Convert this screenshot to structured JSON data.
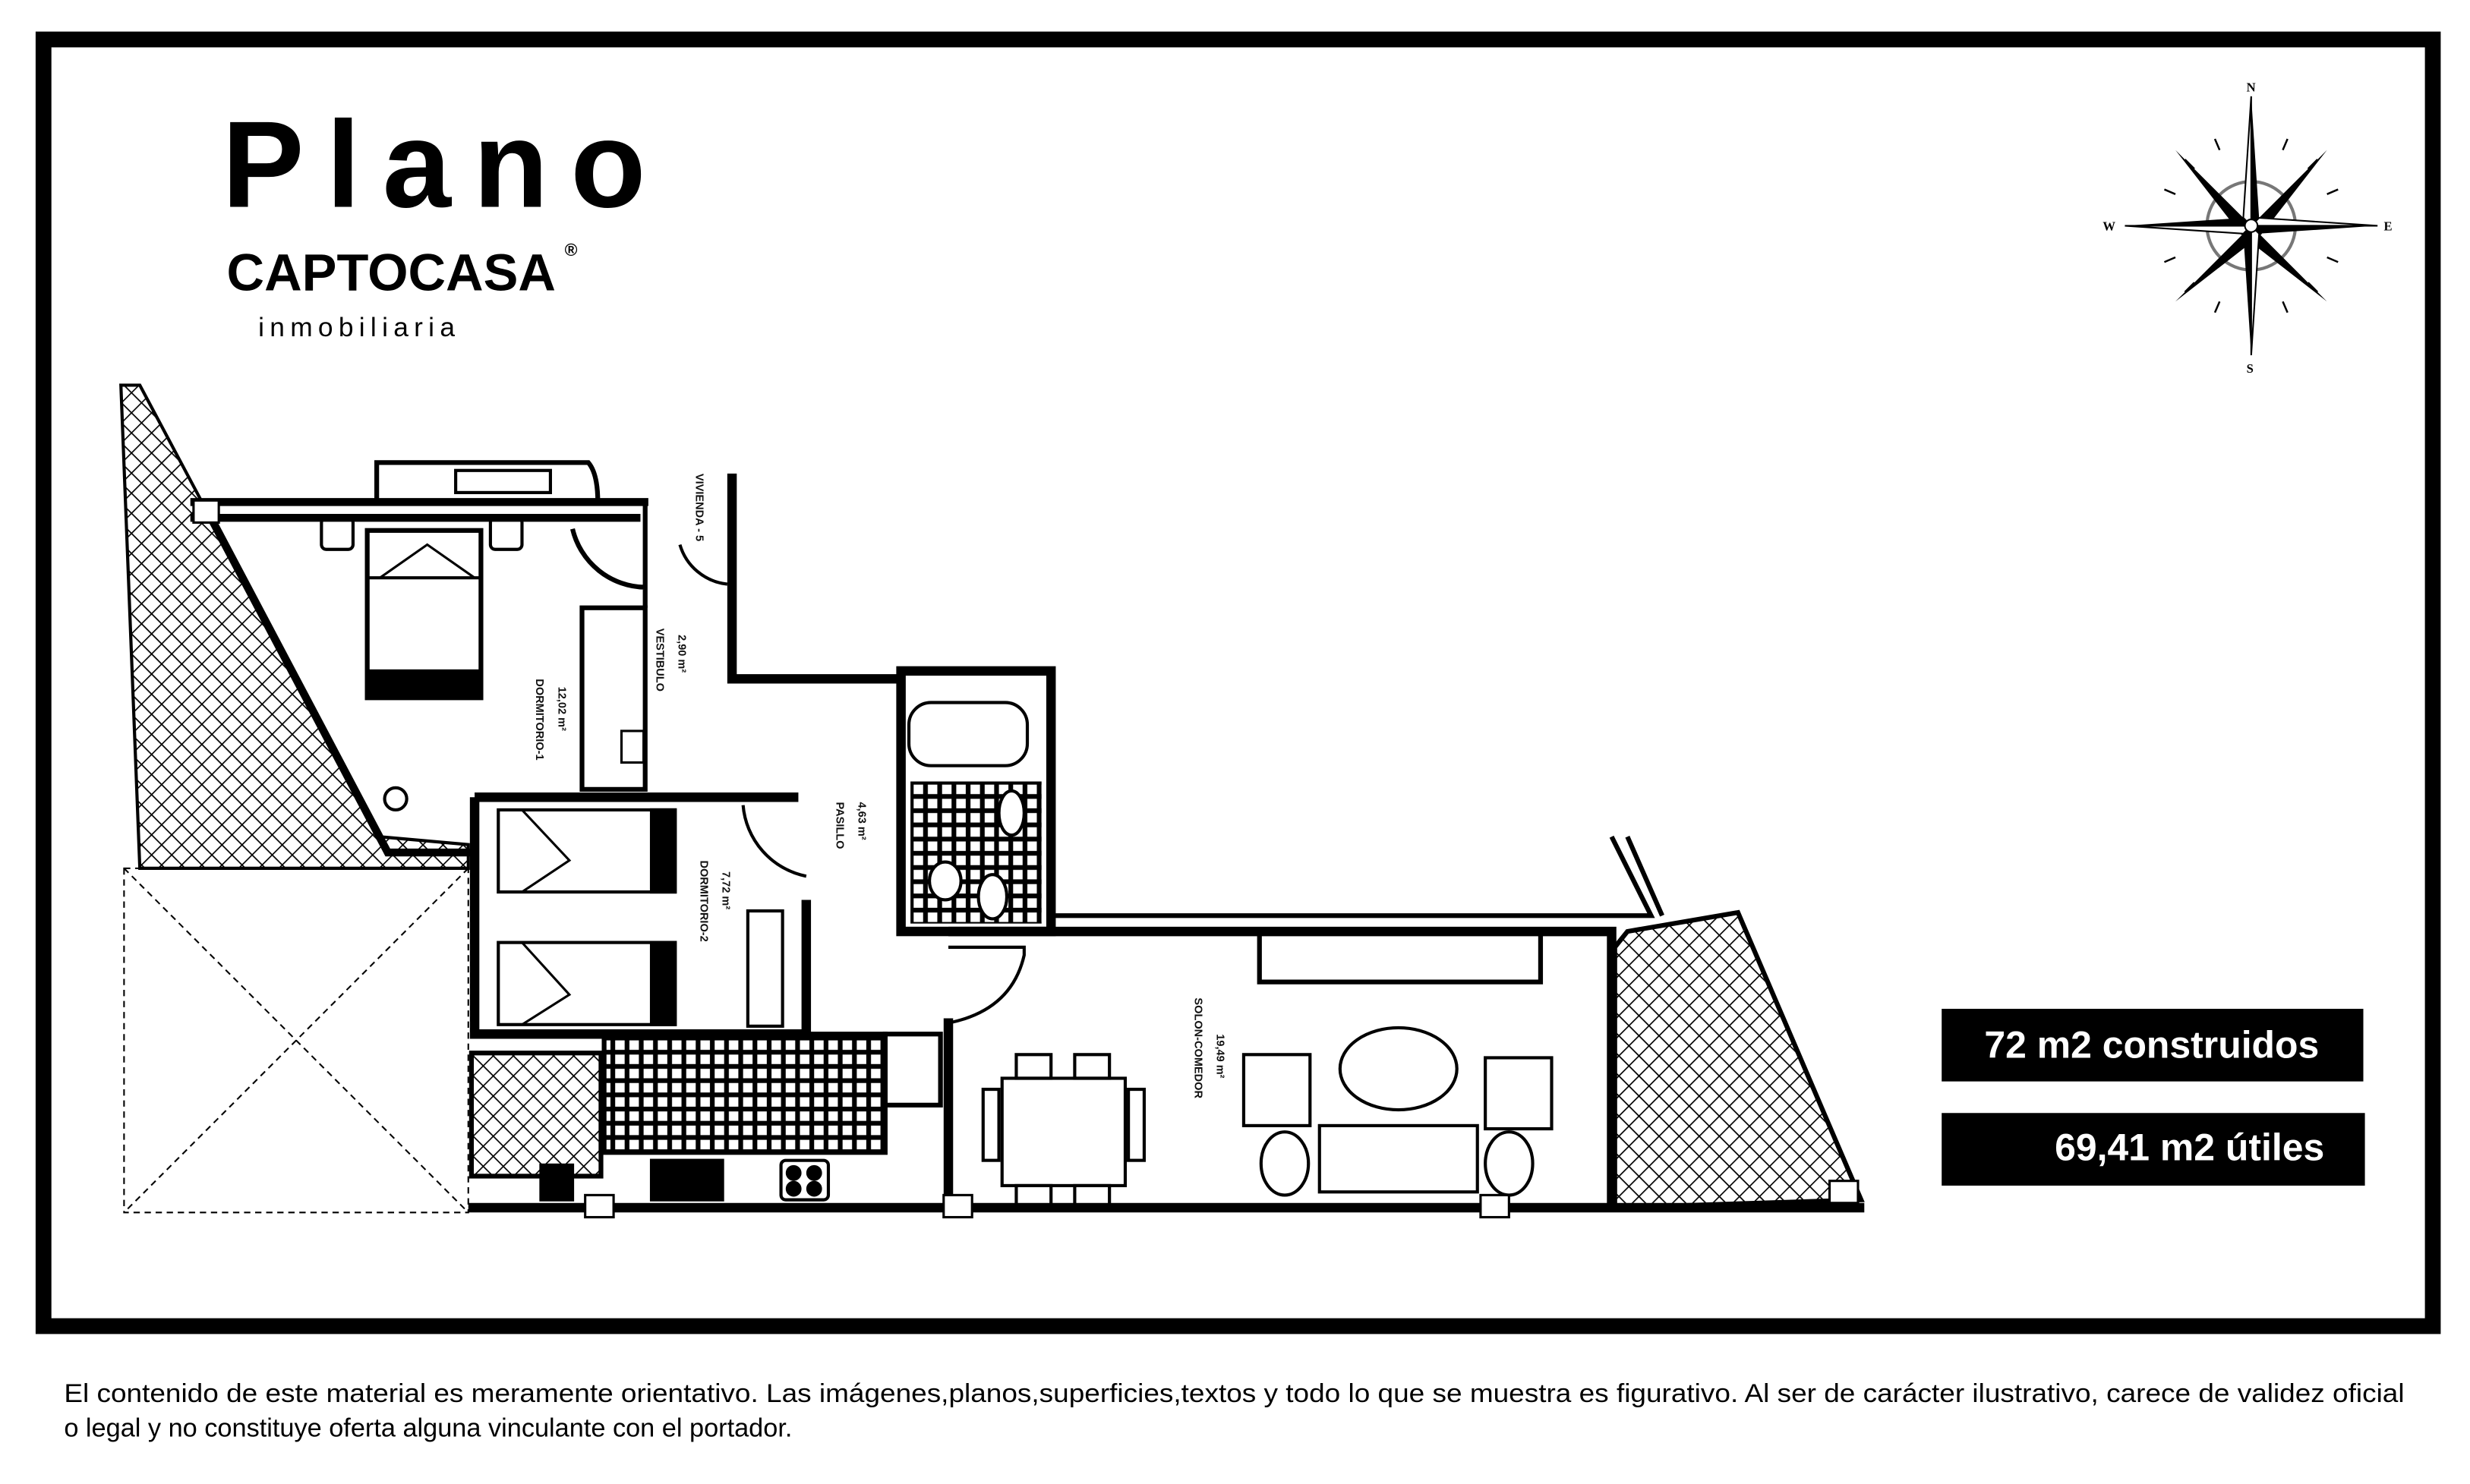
{
  "header": {
    "title": "Plano",
    "brand": "CAPTOCASA",
    "brand_mark": "®",
    "brand_sub": "inmobiliaria"
  },
  "compass": {
    "n": "N",
    "e": "E",
    "s": "S",
    "w": "W"
  },
  "areas": {
    "built": "72 m2 construidos",
    "usable": "69,41 m2 útiles"
  },
  "rooms": [
    {
      "name": "DORMITORIO-1",
      "area": "12,02 m²"
    },
    {
      "name": "VESTIBULO",
      "area": "2,90 m²"
    },
    {
      "name": "VIVIENDA - 5",
      "area": ""
    },
    {
      "name": "PASILLO",
      "area": "4,63 m²"
    },
    {
      "name": "DORMITORIO-2",
      "area": "7,72 m²"
    },
    {
      "name": "SOLON-COMEDOR",
      "area": "19,49 m²"
    }
  ],
  "disclaimer": {
    "line1": "El contenido de este material es meramente orientativo. Las imágenes,planos,superficies,textos y todo lo que se muestra es figurativo. Al ser de carácter ilustrativo, carece de validez oficial",
    "line2": "o legal y no constituye oferta alguna vinculante con el portador."
  },
  "colors": {
    "frame": "#000000",
    "badge_bg": "#000000",
    "badge_text": "#ffffff"
  }
}
